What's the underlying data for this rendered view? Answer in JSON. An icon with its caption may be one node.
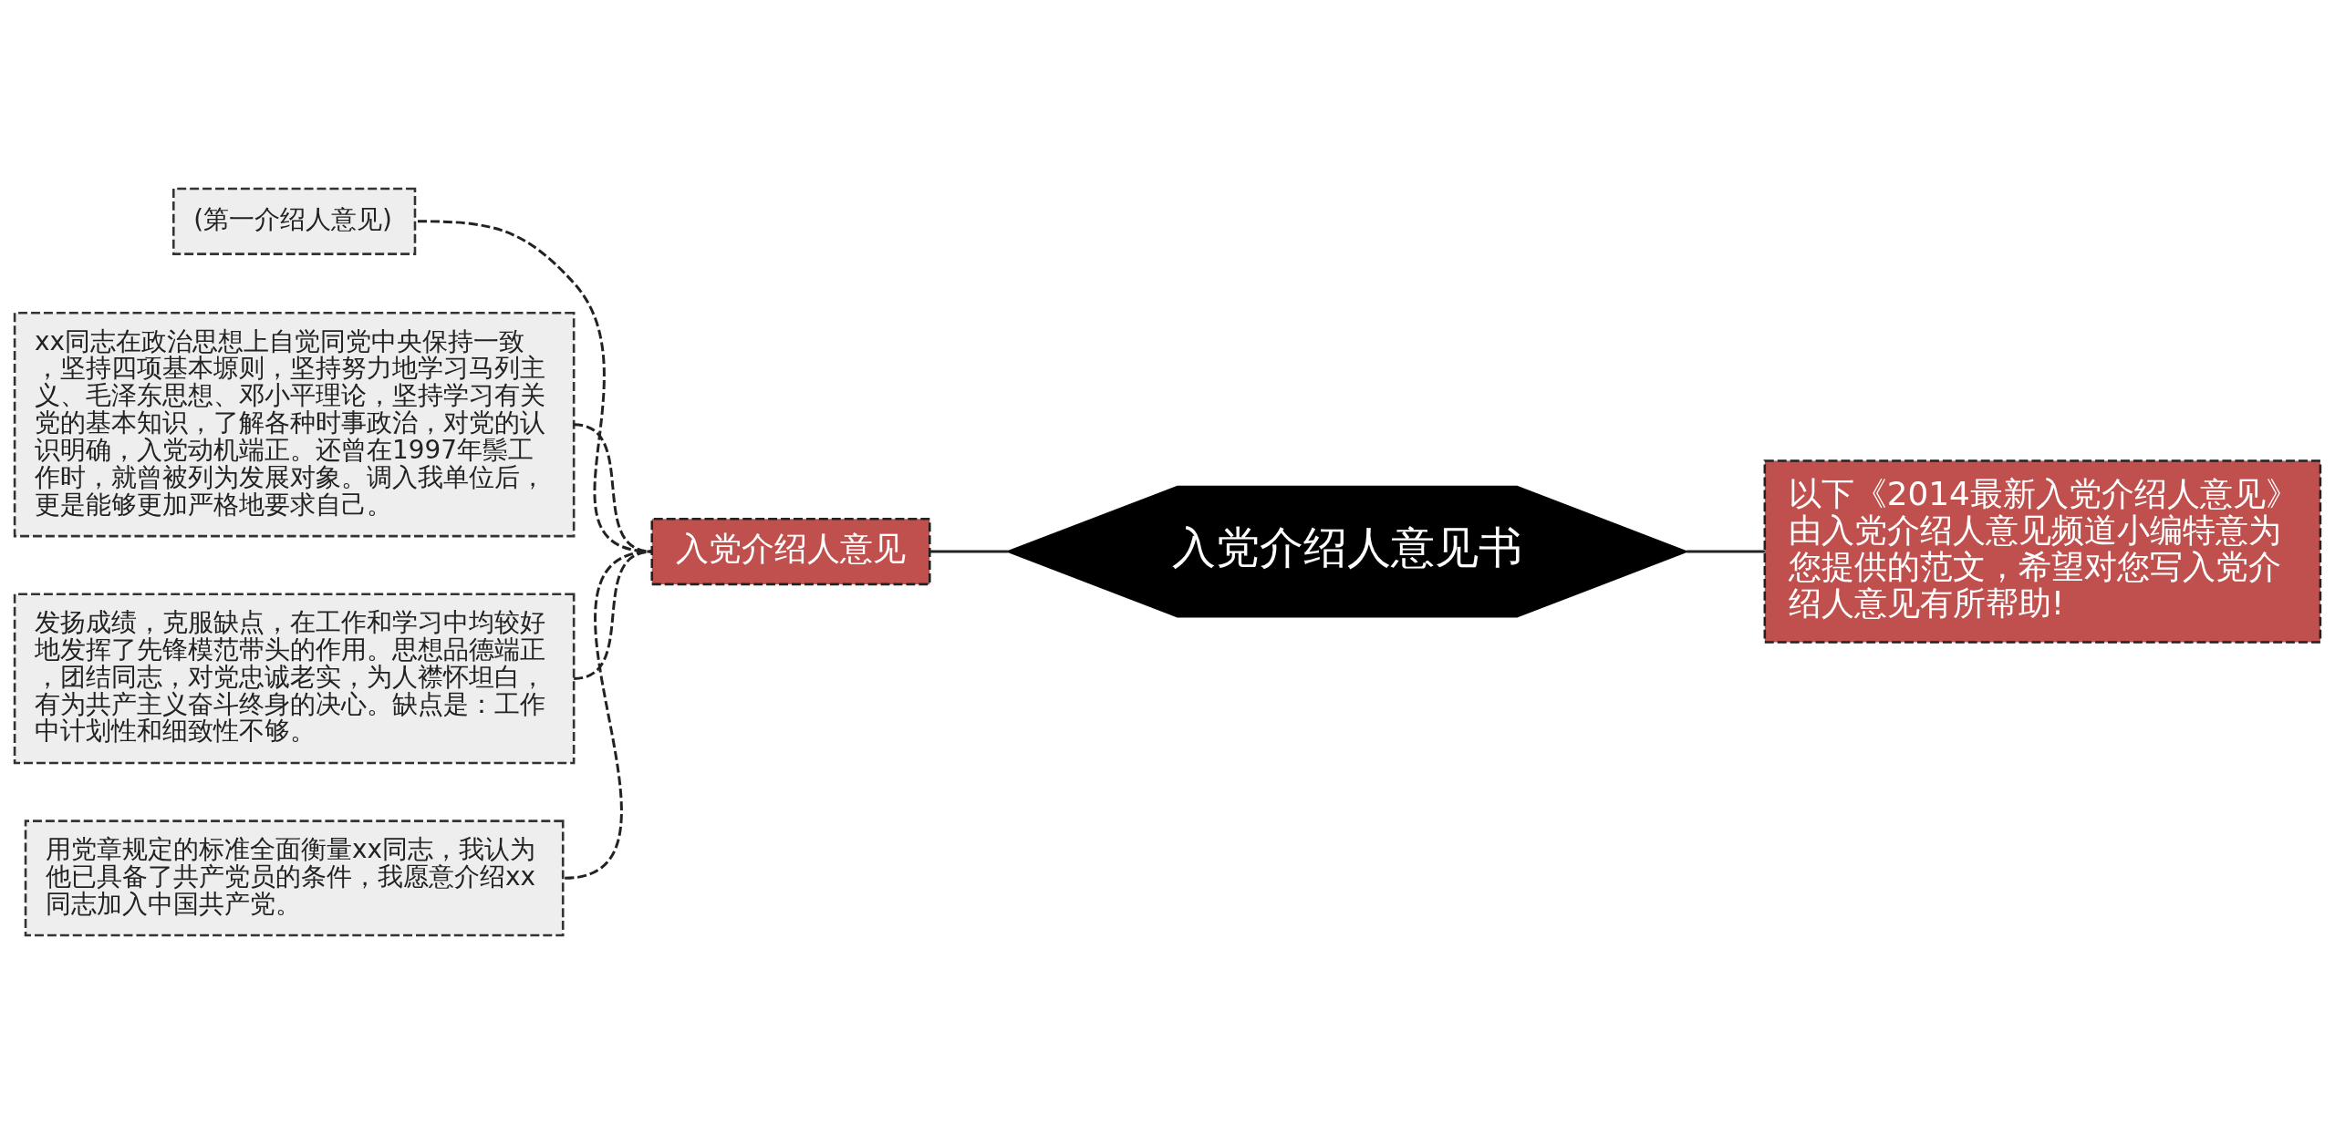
{
  "diagram": {
    "nodes": [
      {
        "text": [
          "入党介绍人意见书"
        ]
      },
      {
        "text": [
          "入党介绍人意见"
        ]
      },
      {
        "text": [
          "(第一介绍人意见)"
        ]
      },
      {
        "text": [
          "xx同志在政治思想上自觉同党中央保持一致，坚持四项基本塬则，坚持努力地学习马列主义、毛泽东思想、邓小平理论，坚持学习有关党的基本知识，了解各种时事政治，对党的认识明确，入党动机端正。还曾在1997年鬃工作时，就曾被列为发展对象。调入我单位后，更是能够更加严格地要求自己。"
        ]
      },
      {
        "text": [
          "发扬成绩，克服缺点，在工作和学习中均较好地发挥了先锋模范带头的作用。思想品德端正，团结同志，对党忠诚老实，为人襟怀坦白，有为共产主义奋斗终身的决心。缺点是：工作中计划性和细致性不够。"
        ]
      },
      {
        "text": [
          "用党章规定的标准全面衡量xx同志，我认为他已具备了共产党员的条件，我愿意介绍xx同志加入中国共产党。"
        ]
      },
      {
        "text": [
          "以下《2014最新入党介绍人意见》由入党介绍人意见频道小编特意为您提供的范文，希望对您写入党介绍人意见有所帮助!"
        ]
      }
    ],
    "edges": [
      {
        "from": 1,
        "to": 0,
        "arrow": "none"
      },
      {
        "from": 2,
        "to": 1,
        "arrow": "none",
        "style": "dashed"
      },
      {
        "from": 3,
        "to": 1,
        "arrow": "none",
        "style": "dashed"
      },
      {
        "from": 4,
        "to": 1,
        "arrow": "none",
        "style": "dashed"
      },
      {
        "from": 5,
        "to": 1,
        "arrow": "none",
        "style": "dashed"
      },
      {
        "from": 0,
        "to": 6,
        "arrow": "none"
      }
    ]
  }
}
